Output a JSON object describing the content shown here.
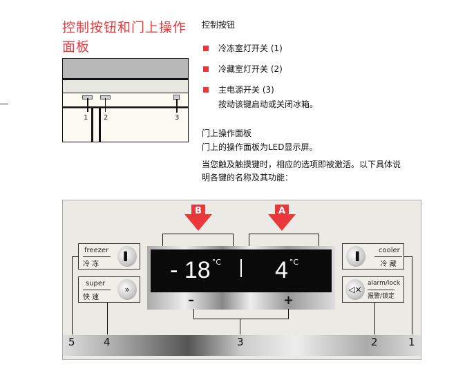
{
  "title": "控制按钮和门上操作面板",
  "small_diagram": {
    "labels": [
      "1",
      "2",
      "3"
    ]
  },
  "controls": {
    "heading": "控制按钮",
    "items": [
      "冷冻室灯开关 (1)",
      "冷藏室灯开关 (2)",
      "主电源开关 (3)"
    ],
    "note": "按动该键启动或关闭冰箱。"
  },
  "door_panel": {
    "heading": "门上操作面板",
    "line1": "门上的操作面板为LED显示屏。",
    "line2": "当您触及触摸键时，相应的选项即被激活。以下具体说",
    "line3": "明各键的名称及其功能："
  },
  "panel": {
    "arrow_b": "B",
    "arrow_a": "A",
    "freezer_temp": "- 18",
    "cooler_temp": "4",
    "unit": "°C",
    "minus": "–",
    "plus": "+",
    "freezer": {
      "en": "freezer",
      "zh": "冷 冻"
    },
    "super": {
      "en": "super",
      "zh": "快 速"
    },
    "cooler": {
      "en": "cooler",
      "zh": "冷 藏"
    },
    "alarm": {
      "en": "alarm/lock",
      "zh": "报警/锁定"
    },
    "numbers": [
      "5",
      "4",
      "3",
      "2",
      "1"
    ]
  },
  "colors": {
    "accent": "#e8383b"
  }
}
